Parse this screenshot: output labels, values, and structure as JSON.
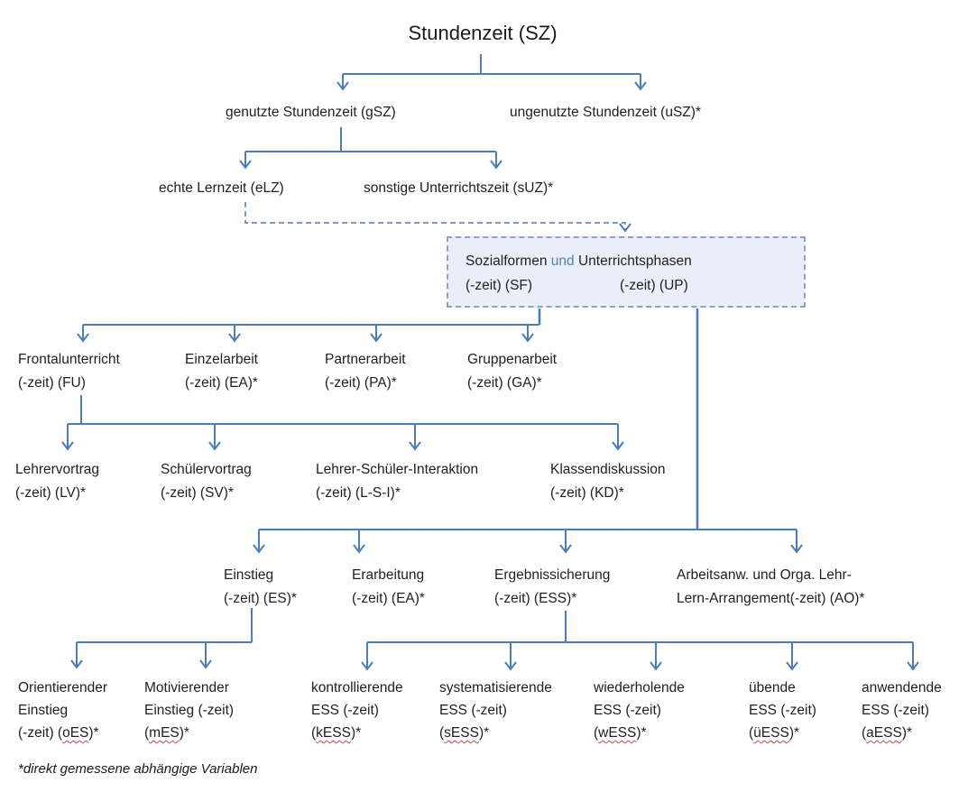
{
  "title": "Stundenzeit (SZ)",
  "footnote": "*direkt gemessene abhängige Variablen",
  "colors": {
    "line_blue": "#4a7ebb",
    "dashed_blue": "#7e99c4",
    "box_fill": "#eaeef8",
    "box_border": "#8ba3c7",
    "conjunction_blue": "#4f81bd",
    "spellcheck_red": "#e04040",
    "text": "#1f1f1f"
  },
  "box": {
    "part1": "Sozialformen",
    "conj": "und",
    "part2": "Unterrichtsphasen",
    "sf_abbr": "(-zeit) (SF)",
    "up_abbr": "(-zeit) (UP)"
  },
  "nodes": {
    "gsz": {
      "l1": "genutzte Stundenzeit (gSZ)"
    },
    "usz": {
      "l1": "ungenutzte Stundenzeit (uSZ)*"
    },
    "elz": {
      "l1": "echte Lernzeit (eLZ)"
    },
    "suz": {
      "l1": "sonstige Unterrichtszeit (sUZ)*"
    },
    "fu": {
      "l1": "Frontalunterricht",
      "l2": "(-zeit) (FU)"
    },
    "ea": {
      "l1": "Einzelarbeit",
      "l2": "(-zeit) (EA)*"
    },
    "pa": {
      "l1": "Partnerarbeit",
      "l2": "(-zeit) (PA)*"
    },
    "ga": {
      "l1": "Gruppenarbeit",
      "l2": "(-zeit) (GA)*"
    },
    "lv": {
      "l1": "Lehrervortrag",
      "l2": "(-zeit) (LV)*"
    },
    "sv": {
      "l1": "Schülervortrag",
      "l2": "(-zeit) (SV)*"
    },
    "lsi": {
      "l1": "Lehrer-Schüler-Interaktion",
      "l2": "(-zeit) (L-S-I)*"
    },
    "kd": {
      "l1": "Klassendiskussion",
      "l2": "(-zeit) (KD)*"
    },
    "es": {
      "l1": "Einstieg",
      "l2": "(-zeit) (ES)*"
    },
    "ea2": {
      "l1": "Erarbeitung",
      "l2": "(-zeit) (EA)*"
    },
    "ess": {
      "l1": "Ergebnissicherung",
      "l2": "(-zeit) (ESS)*"
    },
    "ao": {
      "l1": "Arbeitsanw. und Orga. Lehr-",
      "l2": "Lern-Arrangement(-zeit) (AO)*"
    },
    "oes": {
      "l1": "Orientierender",
      "l2": "Einstieg",
      "pre": "(-zeit) (",
      "abbr": "oES",
      "post": ")*"
    },
    "mes": {
      "l1": "Motivierender",
      "l2": "Einstieg (-zeit)",
      "pre": "(",
      "abbr": "mES",
      "post": ")*"
    },
    "kess": {
      "l1": "kontrollierende",
      "l2": "ESS (-zeit)",
      "pre": "(",
      "abbr": "kESS",
      "post": ")*"
    },
    "sess": {
      "l1": "systematisierende",
      "l2": "ESS (-zeit)",
      "pre": "(",
      "abbr": "sESS",
      "post": ")*"
    },
    "wess": {
      "l1": "wiederholende",
      "l2": "ESS (-zeit)",
      "pre": "(",
      "abbr": "wESS",
      "post": ")*"
    },
    "uess": {
      "l1": "übende",
      "l2": "ESS (-zeit)",
      "pre": "(",
      "abbr": "üESS",
      "post": ")*"
    },
    "aess": {
      "l1": "anwendende",
      "l2": "ESS (-zeit)",
      "pre": "(",
      "abbr": "aESS",
      "post": ")*"
    }
  }
}
